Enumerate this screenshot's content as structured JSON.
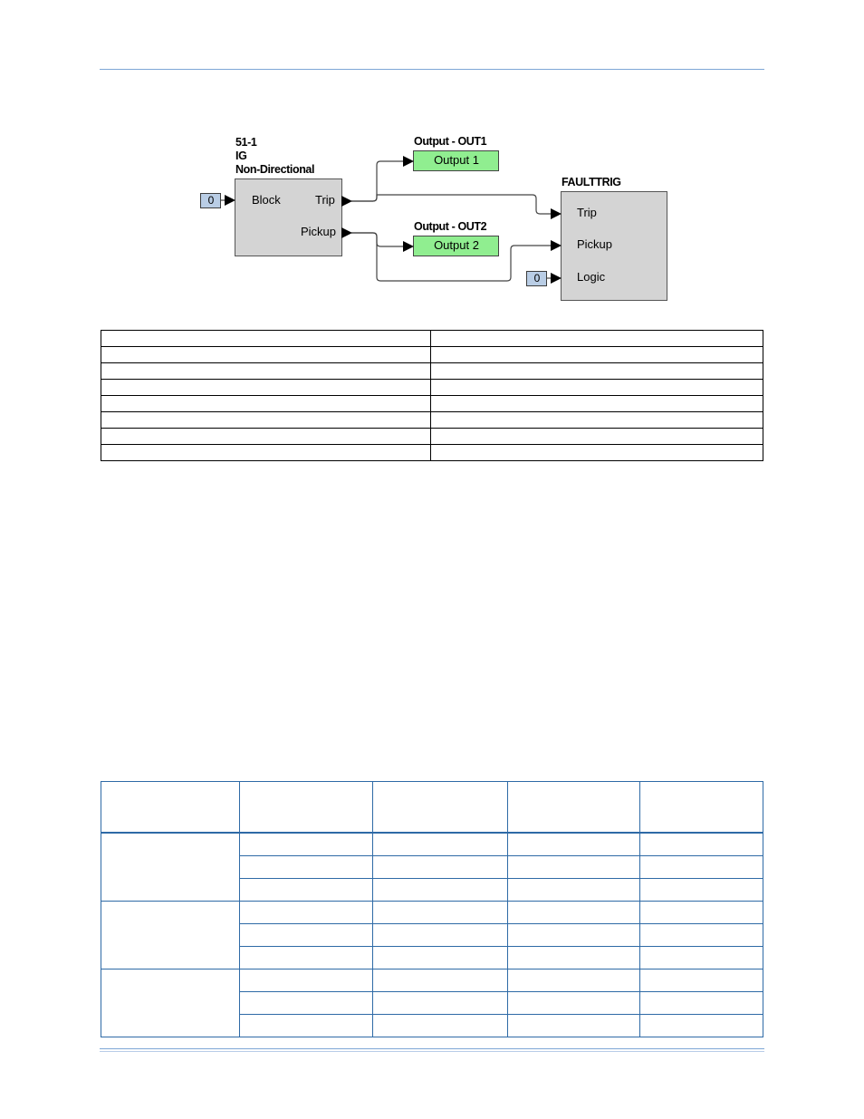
{
  "diagram": {
    "block_51": {
      "title_lines": [
        "51-1",
        "IG",
        "Non-Directional"
      ],
      "inputs": [
        "Block"
      ],
      "outputs": [
        "Trip",
        "Pickup"
      ],
      "block_input_value": "0"
    },
    "output1": {
      "title": "Output - OUT1",
      "label": "Output 1"
    },
    "output2": {
      "title": "Output - OUT2",
      "label": "Output 2"
    },
    "faulttrig": {
      "title": "FAULTTRIG",
      "inputs": [
        "Trip",
        "Pickup",
        "Logic"
      ],
      "logic_input_value": "0"
    },
    "colors": {
      "block_fill": "#d4d4d4",
      "output_fill": "#90ee90",
      "constant_fill": "#b9cde5"
    }
  },
  "table1": {
    "rows": 8,
    "cols": 2
  },
  "table2": {
    "groups": 3,
    "rows_per_group": 3,
    "cols": 5
  }
}
